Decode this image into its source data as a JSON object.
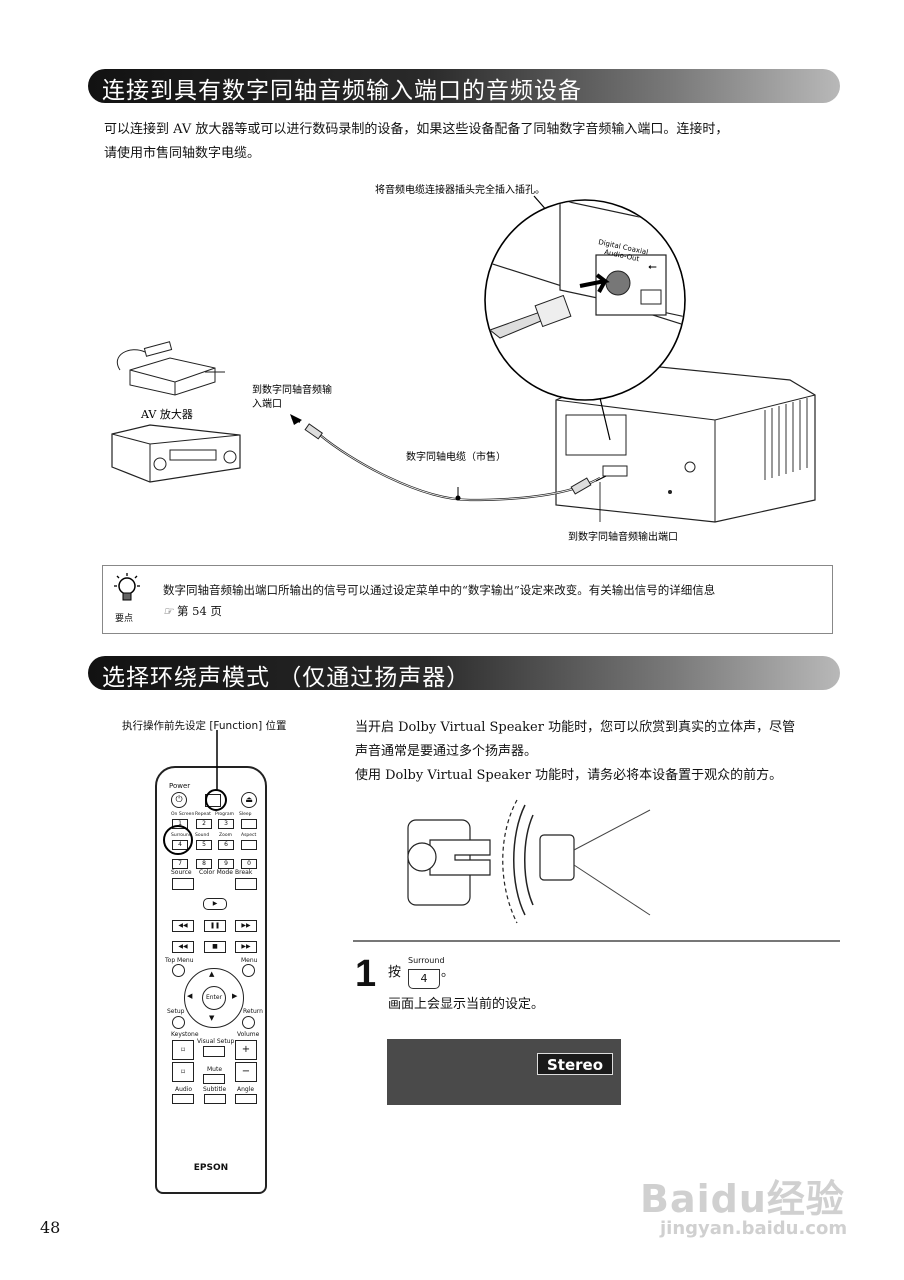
{
  "section1": {
    "heading": "连接到具有数字同轴音频输入端口的音频设备",
    "intro_line1": "可以连接到 AV 放大器等或可以进行数码录制的设备，如果这些设备配备了同轴数字音频输入端口。连接时，",
    "intro_line2": "请使用市售同轴数字电缆。",
    "diagram": {
      "callout_plug": "将音频电缆连接器插头完全插入插孔。",
      "port_label_line1": "Digital Coaxial",
      "port_label_line2": "Audio-Out",
      "av_amp_label": "AV 放大器",
      "to_input_line1": "到数字同轴音频输",
      "to_input_line2": "入端口",
      "cable_label": "数字同轴电缆（市售）",
      "to_output": "到数字同轴音频输出端口"
    },
    "tip": {
      "icon_label": "要点",
      "text_line1": "数字同轴音频输出端口所输出的信号可以通过设定菜单中的“数字输出”设定来改变。有关输出信号的详细信息",
      "text_line2": "第 54 页"
    }
  },
  "section2": {
    "heading": "选择环绕声模式 （仅通过扬声器）",
    "remote_caption": "执行操作前先设定 [Function] 位置",
    "para_line1": "当开启 Dolby Virtual Speaker 功能时，您可以欣赏到真实的立体声，尽管",
    "para_line2": "声音通常是要通过多个扬声器。",
    "para_line3": "使用 Dolby Virtual Speaker 功能时，请务必将本设备置于观众的前方。",
    "step": {
      "number": "1",
      "press": "按",
      "key_top_label": "Surround",
      "key_label": "4",
      "press_end": "。",
      "desc": "画面上会显示当前的设定。",
      "screen_value": "Stereo"
    },
    "remote": {
      "power": "Power",
      "row1": [
        "On Screen",
        "Repeat",
        "Program",
        "Sleep"
      ],
      "row1_nums": [
        "1",
        "2",
        "3"
      ],
      "row2": [
        "Surround",
        "Sound",
        "Zoom",
        "Aspect"
      ],
      "row2_nums": [
        "4",
        "5",
        "6"
      ],
      "row3_nums": [
        "7",
        "8",
        "9",
        "0"
      ],
      "source": "Source",
      "color_mode": "Color Mode",
      "break": "Break",
      "top_menu": "Top Menu",
      "menu": "Menu",
      "enter": "Enter",
      "setup": "Setup",
      "return": "Return",
      "keystone": "Keystone",
      "volume": "Volume",
      "visual_setup": "Visual Setup",
      "mute": "Mute",
      "audio": "Audio",
      "subtitle": "Subtitle",
      "angle": "Angle",
      "brand": "EPSON"
    }
  },
  "page_number": "48",
  "watermark": {
    "brand": "Baidu经验",
    "url": "jingyan.baidu.com"
  }
}
